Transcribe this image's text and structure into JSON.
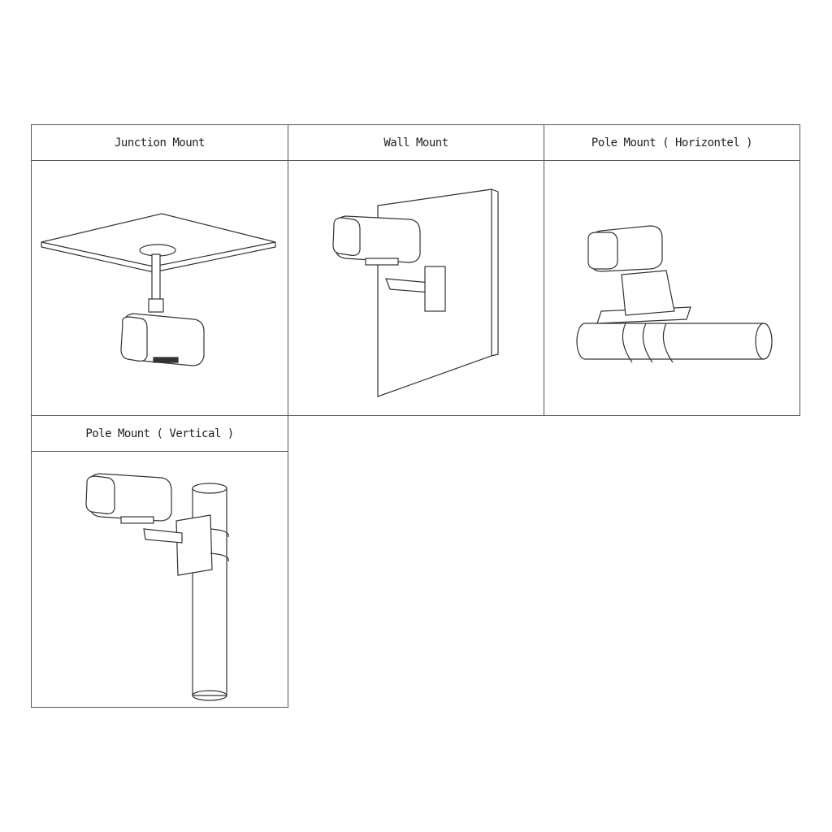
{
  "mounts": [
    {
      "title": "Junction Mount"
    },
    {
      "title": "Wall Mount"
    },
    {
      "title": "Pole Mount ( Horizontel )"
    },
    {
      "title": "Pole Mount ( Vertical )"
    }
  ]
}
